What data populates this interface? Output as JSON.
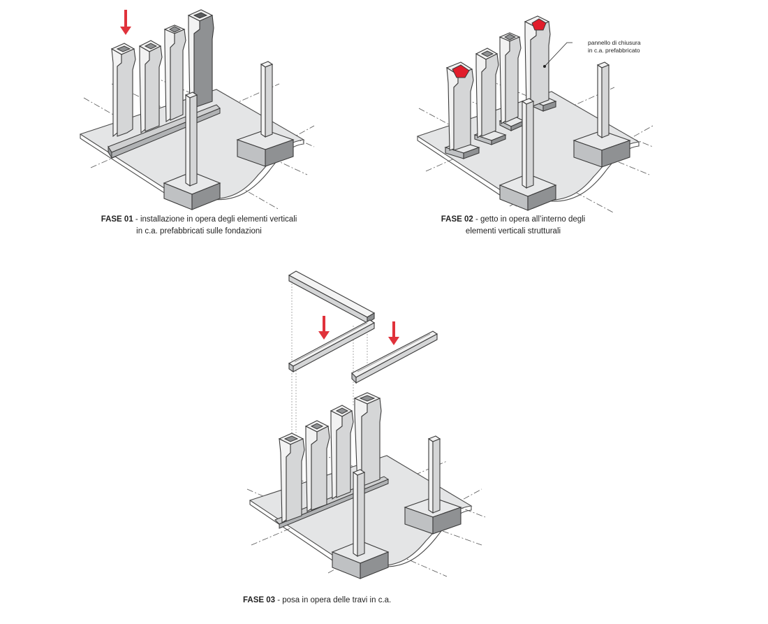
{
  "colors": {
    "arrow": "#e0323b",
    "closure_panel": "#e11d2b",
    "concrete_light": "#f2f2f2",
    "concrete_mid": "#d5d6d7",
    "concrete_dark": "#8f9193",
    "slab": "#e4e5e6",
    "ink": "#3a3a3a"
  },
  "phase1": {
    "label": "FASE 01",
    "line1": " - installazione in opera degli elementi verticali",
    "line2": "in c.a. prefabbricati sulle fondazioni"
  },
  "phase2": {
    "label": "FASE 02",
    "line1": " - getto in opera all’interno degli",
    "line2": "elementi verticali strutturali",
    "note_line1": "pannello di chiusura",
    "note_line2": "in c.a. prefabbricato"
  },
  "phase3": {
    "label": "FASE 03",
    "line1": " - posa in opera delle travi in c.a."
  },
  "icons": {
    "arrow": "down-arrow-icon",
    "panel": "closure-panel-icon"
  }
}
